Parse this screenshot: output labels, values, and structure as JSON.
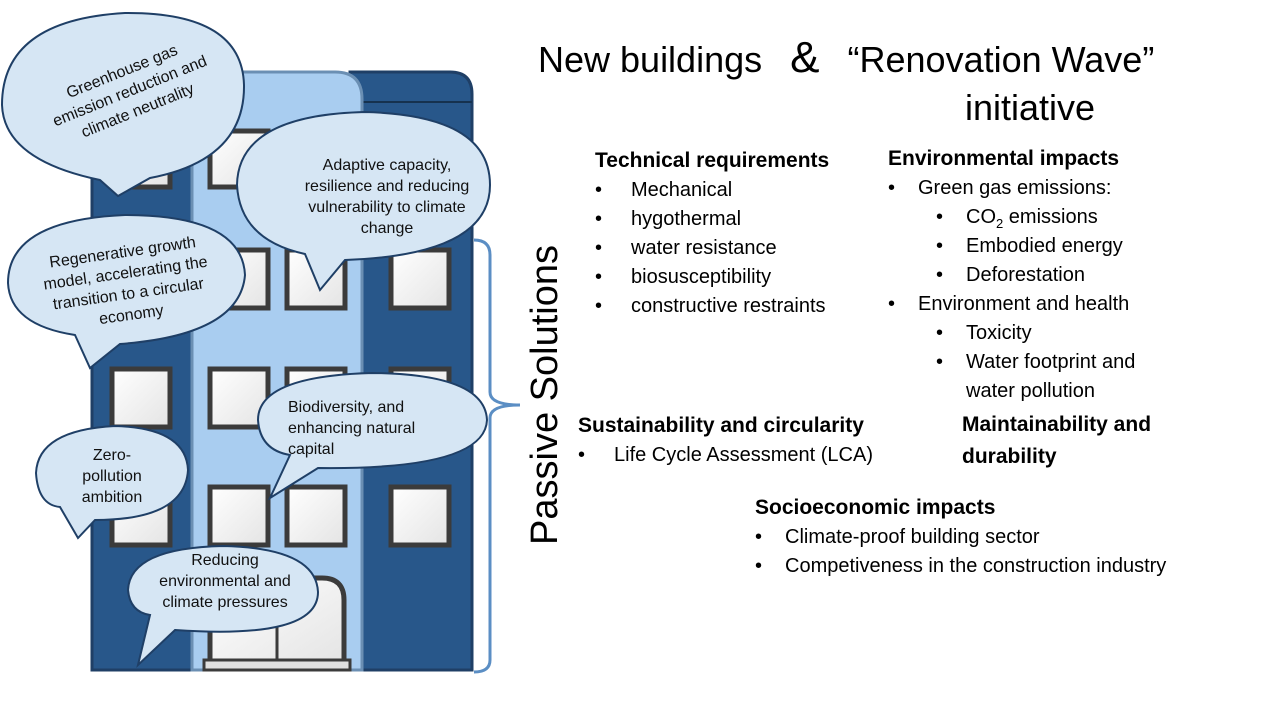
{
  "title": {
    "line1_left": "New buildings",
    "ampersand": "&",
    "line1_right": "“Renovation Wave”",
    "line2": "initiative"
  },
  "vertical_label": "Passive Solutions",
  "bubbles": {
    "greenhouse": "Greenhouse gas emission reduction and climate neutrality",
    "adaptive": "Adaptive capacity, resilience and reducing vulnerability to climate change",
    "regenerative": "Regenerative growth model, accelerating the transition to a circular economy",
    "biodiversity": "Biodiversity, and enhancing natural capital",
    "zero_pollution": "Zero-pollution ambition",
    "reducing": "Reducing environmental and climate pressures"
  },
  "sections": {
    "technical": {
      "heading": "Technical requirements",
      "items": [
        "Mechanical",
        "hygothermal",
        "water resistance",
        "biosusceptibility",
        "constructive restraints"
      ]
    },
    "environmental": {
      "heading": "Environmental impacts",
      "item1": "Green gas emissions:",
      "sub1": {
        "co2_prefix": "CO",
        "co2_sub": "2",
        "co2_suffix": " emissions",
        "embodied": "Embodied energy",
        "deforestation": "Deforestation"
      },
      "item2": "Environment and health",
      "sub2": {
        "toxicity": "Toxicity",
        "water_line1": "Water footprint and",
        "water_line2": "water pollution"
      }
    },
    "sustainability": {
      "heading": "Sustainability and circularity",
      "items": [
        "Life Cycle Assessment (LCA)"
      ]
    },
    "maintainability": {
      "heading_line1": "Maintainability and",
      "heading_line2": "durability"
    },
    "socioeconomic": {
      "heading": "Socioeconomic impacts",
      "items": [
        "Climate-proof building sector",
        "Competiveness in the construction industry"
      ]
    }
  },
  "colors": {
    "building_dark": "#28578a",
    "building_light": "#a9cdf0",
    "bubble_fill": "#d6e6f4",
    "outline": "#1f3f66",
    "window_frame": "#404040",
    "bracket": "#5b8ec4"
  }
}
